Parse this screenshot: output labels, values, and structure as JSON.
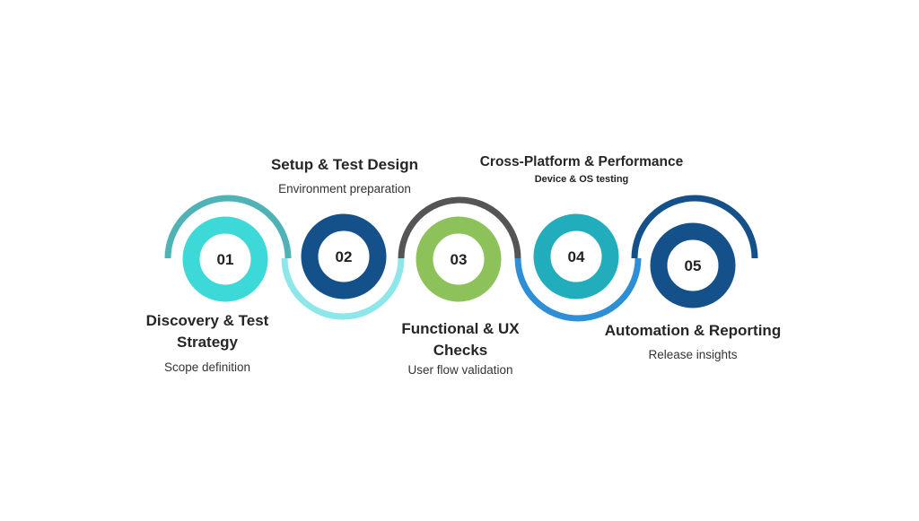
{
  "steps": [
    {
      "number": "01",
      "title": "Discovery & Test Strategy",
      "subtitle": "Scope definition",
      "color": "#3dd8d8",
      "arc_color": "#4fb3b6"
    },
    {
      "number": "02",
      "title": "Setup & Test Design",
      "subtitle": "Environment preparation",
      "color": "#145089",
      "arc_color": "#8de6ea"
    },
    {
      "number": "03",
      "title": "Functional & UX Checks",
      "subtitle": "User flow validation",
      "color": "#8dc25a",
      "arc_color": "#555555"
    },
    {
      "number": "04",
      "title": "Cross-Platform & Performance",
      "subtitle": "Device & OS testing",
      "color": "#22adbd",
      "arc_color": "#2e8fd6"
    },
    {
      "number": "05",
      "title": "Automation & Reporting",
      "subtitle": "Release insights",
      "color": "#145089",
      "arc_color": "#145089"
    }
  ]
}
